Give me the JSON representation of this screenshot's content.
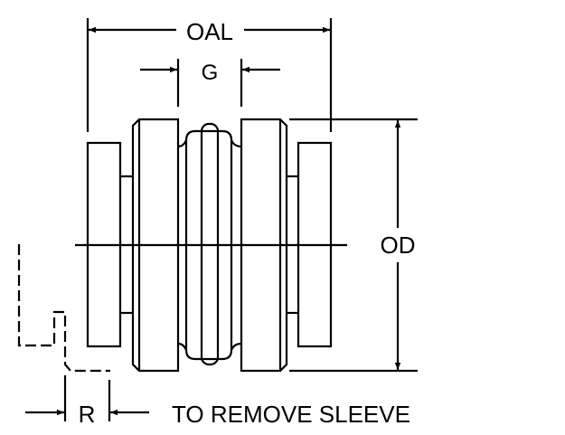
{
  "labels": {
    "oal": "OAL",
    "gap": "G",
    "od": "OD",
    "r": "R",
    "remove_note": "TO REMOVE SLEEVE"
  },
  "colors": {
    "line": "#000000",
    "background": "#ffffff"
  }
}
